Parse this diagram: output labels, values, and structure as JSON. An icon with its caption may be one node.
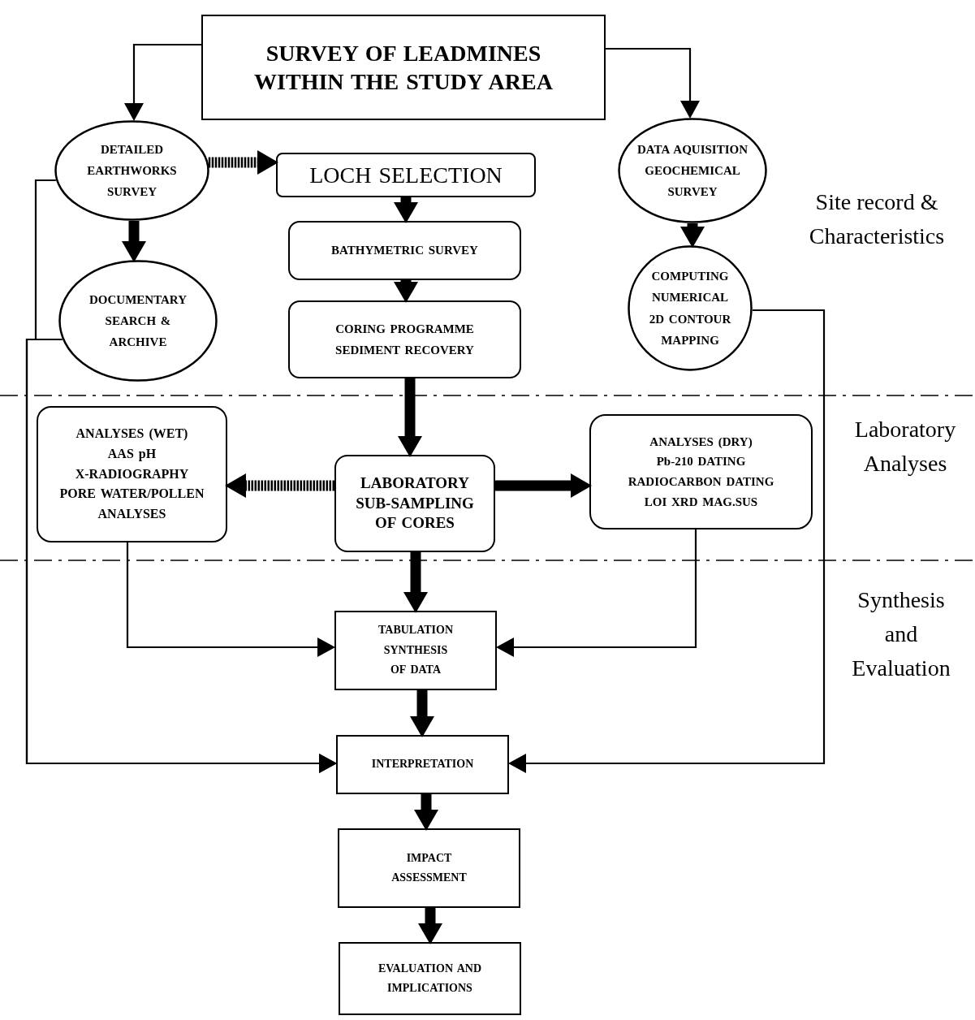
{
  "diagram": {
    "nodes": [
      {
        "text": [
          "SURVEY OF LEADMINES WITHIN THE STUDY AREA"
        ]
      },
      {
        "text": [
          "DETAILED EARTHWORKS SURVEY"
        ]
      },
      {
        "text": [
          "LOCH SELECTION"
        ]
      },
      {
        "text": [
          "BATHYMETRIC SURVEY"
        ]
      },
      {
        "text": [
          "CORING PROGRAMME SEDIMENT RECOVERY"
        ]
      },
      {
        "text": [
          "DOCUMENTARY SEARCH & ARCHIVE"
        ]
      },
      {
        "text": [
          "DATA AQUISITION GEOCHEMICAL SURVEY"
        ]
      },
      {
        "text": [
          "COMPUTING NUMERICAL 2D CONTOUR MAPPING"
        ]
      },
      {
        "text": [
          "ANALYSES (WET)",
          "AAS pH",
          "X-RADIOGRAPHY",
          "PORE WATER/POLLEN ANALYSES"
        ]
      },
      {
        "text": [
          "LABORATORY SUB-SAMPLING OF CORES"
        ]
      },
      {
        "text": [
          "ANALYSES (DRY)",
          "Pb-210 DATING",
          "RADIOCARBON DATING",
          "LOI XRD MAG.SUS"
        ]
      },
      {
        "text": [
          "TABULATION SYNTHESIS OF DATA"
        ]
      },
      {
        "text": [
          "INTERPRETATION"
        ]
      },
      {
        "text": [
          "IMPACT ASSESSMENT"
        ]
      },
      {
        "text": [
          "EVALUATION AND IMPLICATIONS"
        ]
      }
    ],
    "edges": [
      {
        "from": 0,
        "to": 1,
        "arrow": "to"
      },
      {
        "from": 0,
        "to": 6,
        "arrow": "to"
      },
      {
        "from": 1,
        "to": 2,
        "arrow": "to",
        "style": "dashed"
      },
      {
        "from": 1,
        "to": 5,
        "arrow": "to"
      },
      {
        "from": 2,
        "to": 3,
        "arrow": "to"
      },
      {
        "from": 3,
        "to": 4,
        "arrow": "to"
      },
      {
        "from": 4,
        "to": 9,
        "arrow": "to"
      },
      {
        "from": 6,
        "to": 7,
        "arrow": "to"
      },
      {
        "from": 9,
        "to": 8,
        "arrow": "to",
        "style": "dashed"
      },
      {
        "from": 9,
        "to": 10,
        "arrow": "to"
      },
      {
        "from": 9,
        "to": 11,
        "arrow": "to"
      },
      {
        "from": 8,
        "to": 11,
        "arrow": "to"
      },
      {
        "from": 10,
        "to": 11,
        "arrow": "to"
      },
      {
        "from": 11,
        "to": 12,
        "arrow": "to"
      },
      {
        "from": 1,
        "to": 12,
        "arrow": "to"
      },
      {
        "from": 5,
        "to": 12,
        "arrow": "to"
      },
      {
        "from": 7,
        "to": 12,
        "arrow": "to"
      },
      {
        "from": 12,
        "to": 13,
        "arrow": "to"
      },
      {
        "from": 13,
        "to": 14,
        "arrow": "to"
      }
    ],
    "labels": [
      "Site record & Characteristics",
      "Laboratory Analyses",
      "Synthesis and Evaluation"
    ]
  }
}
